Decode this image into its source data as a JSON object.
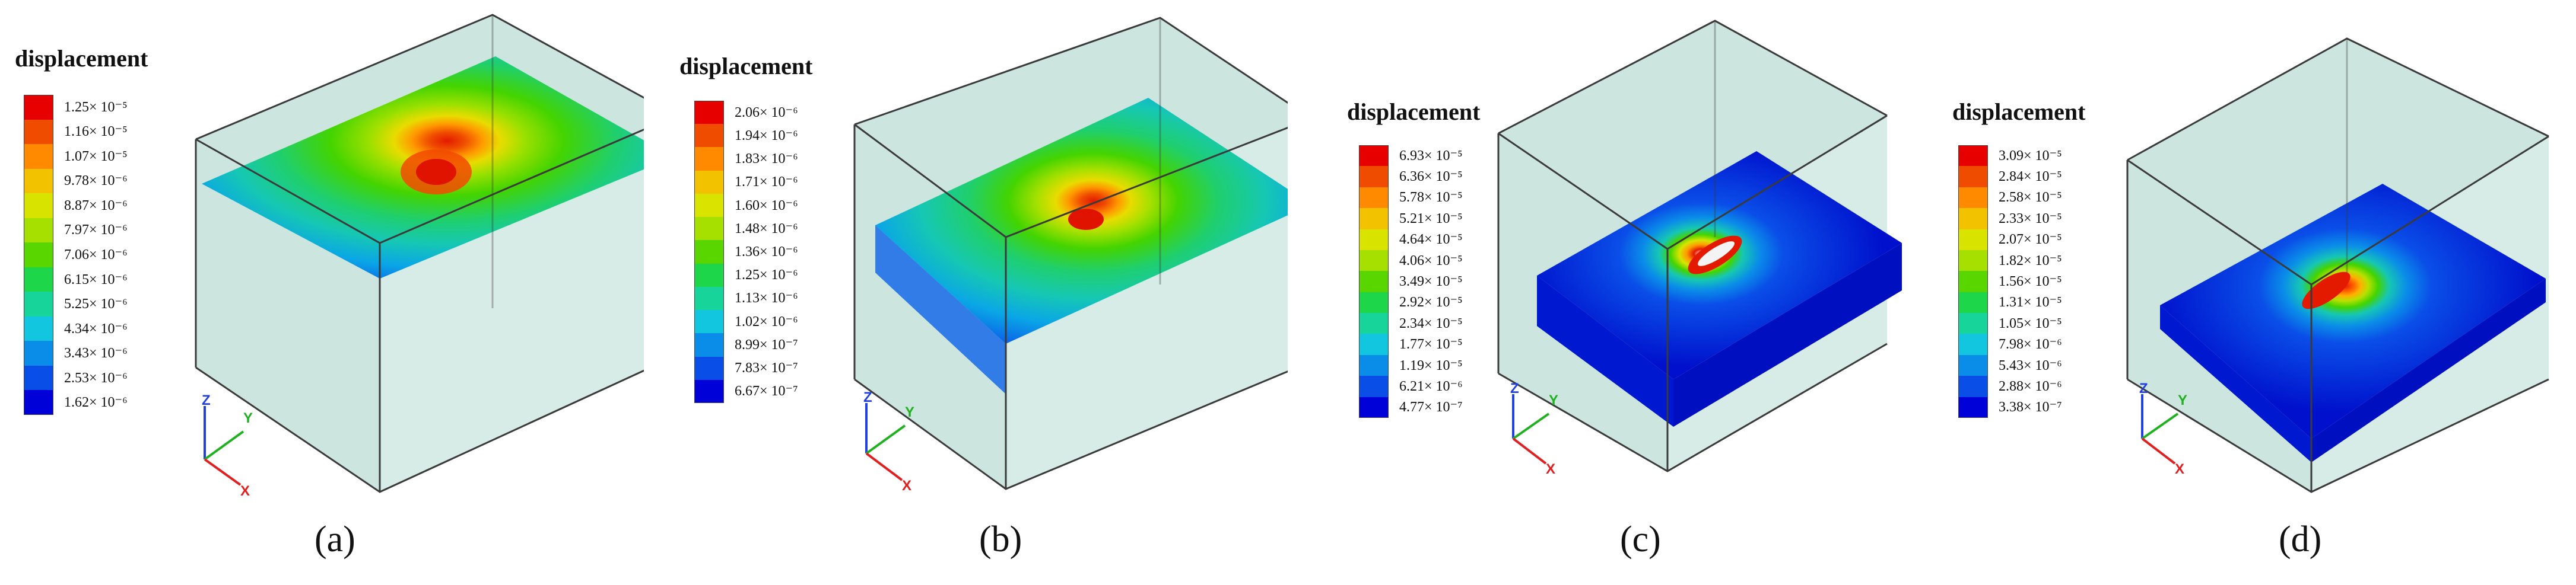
{
  "panels": [
    {
      "id": "a",
      "legend_title": "displacement",
      "legend_labels": [
        "1.25× 10⁻⁵",
        "1.16× 10⁻⁵",
        "1.07× 10⁻⁵",
        "9.78× 10⁻⁶",
        "8.87× 10⁻⁶",
        "7.97× 10⁻⁶",
        "7.06× 10⁻⁶",
        "6.15× 10⁻⁶",
        "5.25× 10⁻⁶",
        "4.34× 10⁻⁶",
        "3.43× 10⁻⁶",
        "2.53× 10⁻⁶",
        "1.62× 10⁻⁶"
      ],
      "caption": "(a)",
      "axes": {
        "z": "Z",
        "y": "Y",
        "x": "X"
      }
    },
    {
      "id": "b",
      "legend_title": "displacement",
      "legend_labels": [
        "2.06× 10⁻⁶",
        "1.94× 10⁻⁶",
        "1.83× 10⁻⁶",
        "1.71× 10⁻⁶",
        "1.60× 10⁻⁶",
        "1.48× 10⁻⁶",
        "1.36× 10⁻⁶",
        "1.25× 10⁻⁶",
        "1.13× 10⁻⁶",
        "1.02× 10⁻⁶",
        "8.99× 10⁻⁷",
        "7.83× 10⁻⁷",
        "6.67× 10⁻⁷"
      ],
      "caption": "(b)",
      "axes": {
        "z": "Z",
        "y": "Y",
        "x": "X"
      }
    },
    {
      "id": "c",
      "legend_title": "displacement",
      "legend_labels": [
        "6.93× 10⁻⁵",
        "6.36× 10⁻⁵",
        "5.78× 10⁻⁵",
        "5.21× 10⁻⁵",
        "4.64× 10⁻⁵",
        "4.06× 10⁻⁵",
        "3.49× 10⁻⁵",
        "2.92× 10⁻⁵",
        "2.34× 10⁻⁵",
        "1.77× 10⁻⁵",
        "1.19× 10⁻⁵",
        "6.21× 10⁻⁶",
        "4.77× 10⁻⁷"
      ],
      "caption": "(c)",
      "axes": {
        "z": "Z",
        "y": "Y",
        "x": "X"
      }
    },
    {
      "id": "d",
      "legend_title": "displacement",
      "legend_labels": [
        "3.09× 10⁻⁵",
        "2.84× 10⁻⁵",
        "2.58× 10⁻⁵",
        "2.33× 10⁻⁵",
        "2.07× 10⁻⁵",
        "1.82× 10⁻⁵",
        "1.56× 10⁻⁵",
        "1.31× 10⁻⁵",
        "1.05× 10⁻⁵",
        "7.98× 10⁻⁶",
        "5.43× 10⁻⁶",
        "2.88× 10⁻⁶",
        "3.38× 10⁻⁷"
      ],
      "caption": "(d)",
      "axes": {
        "z": "Z",
        "y": "Y",
        "x": "X"
      }
    }
  ],
  "colors": {
    "legend_scale": [
      "#e60000",
      "#f04c00",
      "#ff8a00",
      "#f2c200",
      "#d8e400",
      "#a6e000",
      "#59d600",
      "#1ed64a",
      "#17d49a",
      "#12c6e0",
      "#0a8de8",
      "#0a4ee8",
      "#0000d8"
    ],
    "box_fill": "#b7dcd2",
    "edge": "#3a3a3a",
    "axis_x": "#e02020",
    "axis_y": "#20b020",
    "axis_z": "#2040e0"
  }
}
